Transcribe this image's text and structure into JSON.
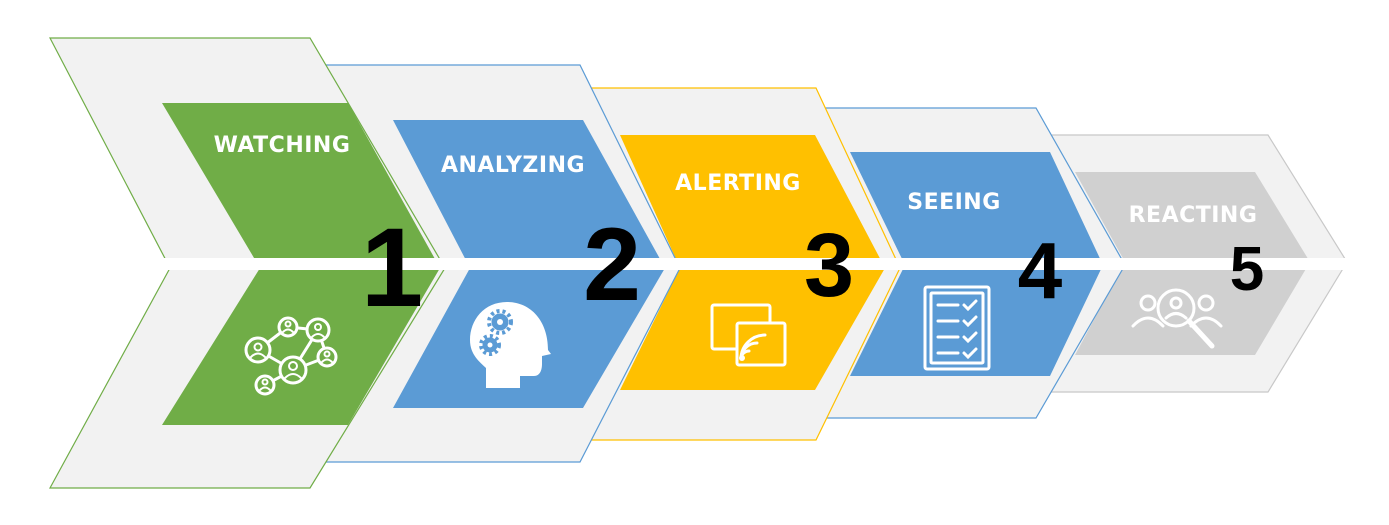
{
  "steps": [
    {
      "number": "1",
      "title": "WATCHING",
      "color": "#70ad47",
      "icon": "people-network-icon"
    },
    {
      "number": "2",
      "title": "ANALYZING",
      "color": "#5b9bd5",
      "icon": "head-gears-icon"
    },
    {
      "number": "3",
      "title": "ALERTING",
      "color": "#ffc000",
      "icon": "screen-signal-icon"
    },
    {
      "number": "4",
      "title": "SEEING",
      "color": "#5b9bd5",
      "icon": "checklist-icon"
    },
    {
      "number": "5",
      "title": "REACTING",
      "color": "#d0d0d0",
      "icon": "people-search-icon"
    }
  ]
}
